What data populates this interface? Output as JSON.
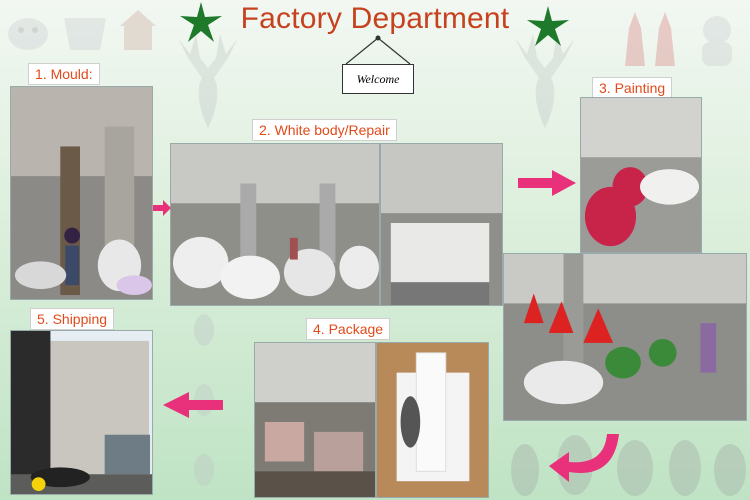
{
  "header": {
    "title": "Factory Department",
    "sign_text": "Welcome"
  },
  "steps": [
    {
      "label": "1. Mould:"
    },
    {
      "label": "2. White body/Repair"
    },
    {
      "label": "3. Painting"
    },
    {
      "label": "4. Package"
    },
    {
      "label": "5. Shipping"
    }
  ],
  "colors": {
    "title": "#c6421f",
    "label_text": "#e24a1a",
    "arrow": "#e8317a",
    "star": "#1e7a2a"
  }
}
